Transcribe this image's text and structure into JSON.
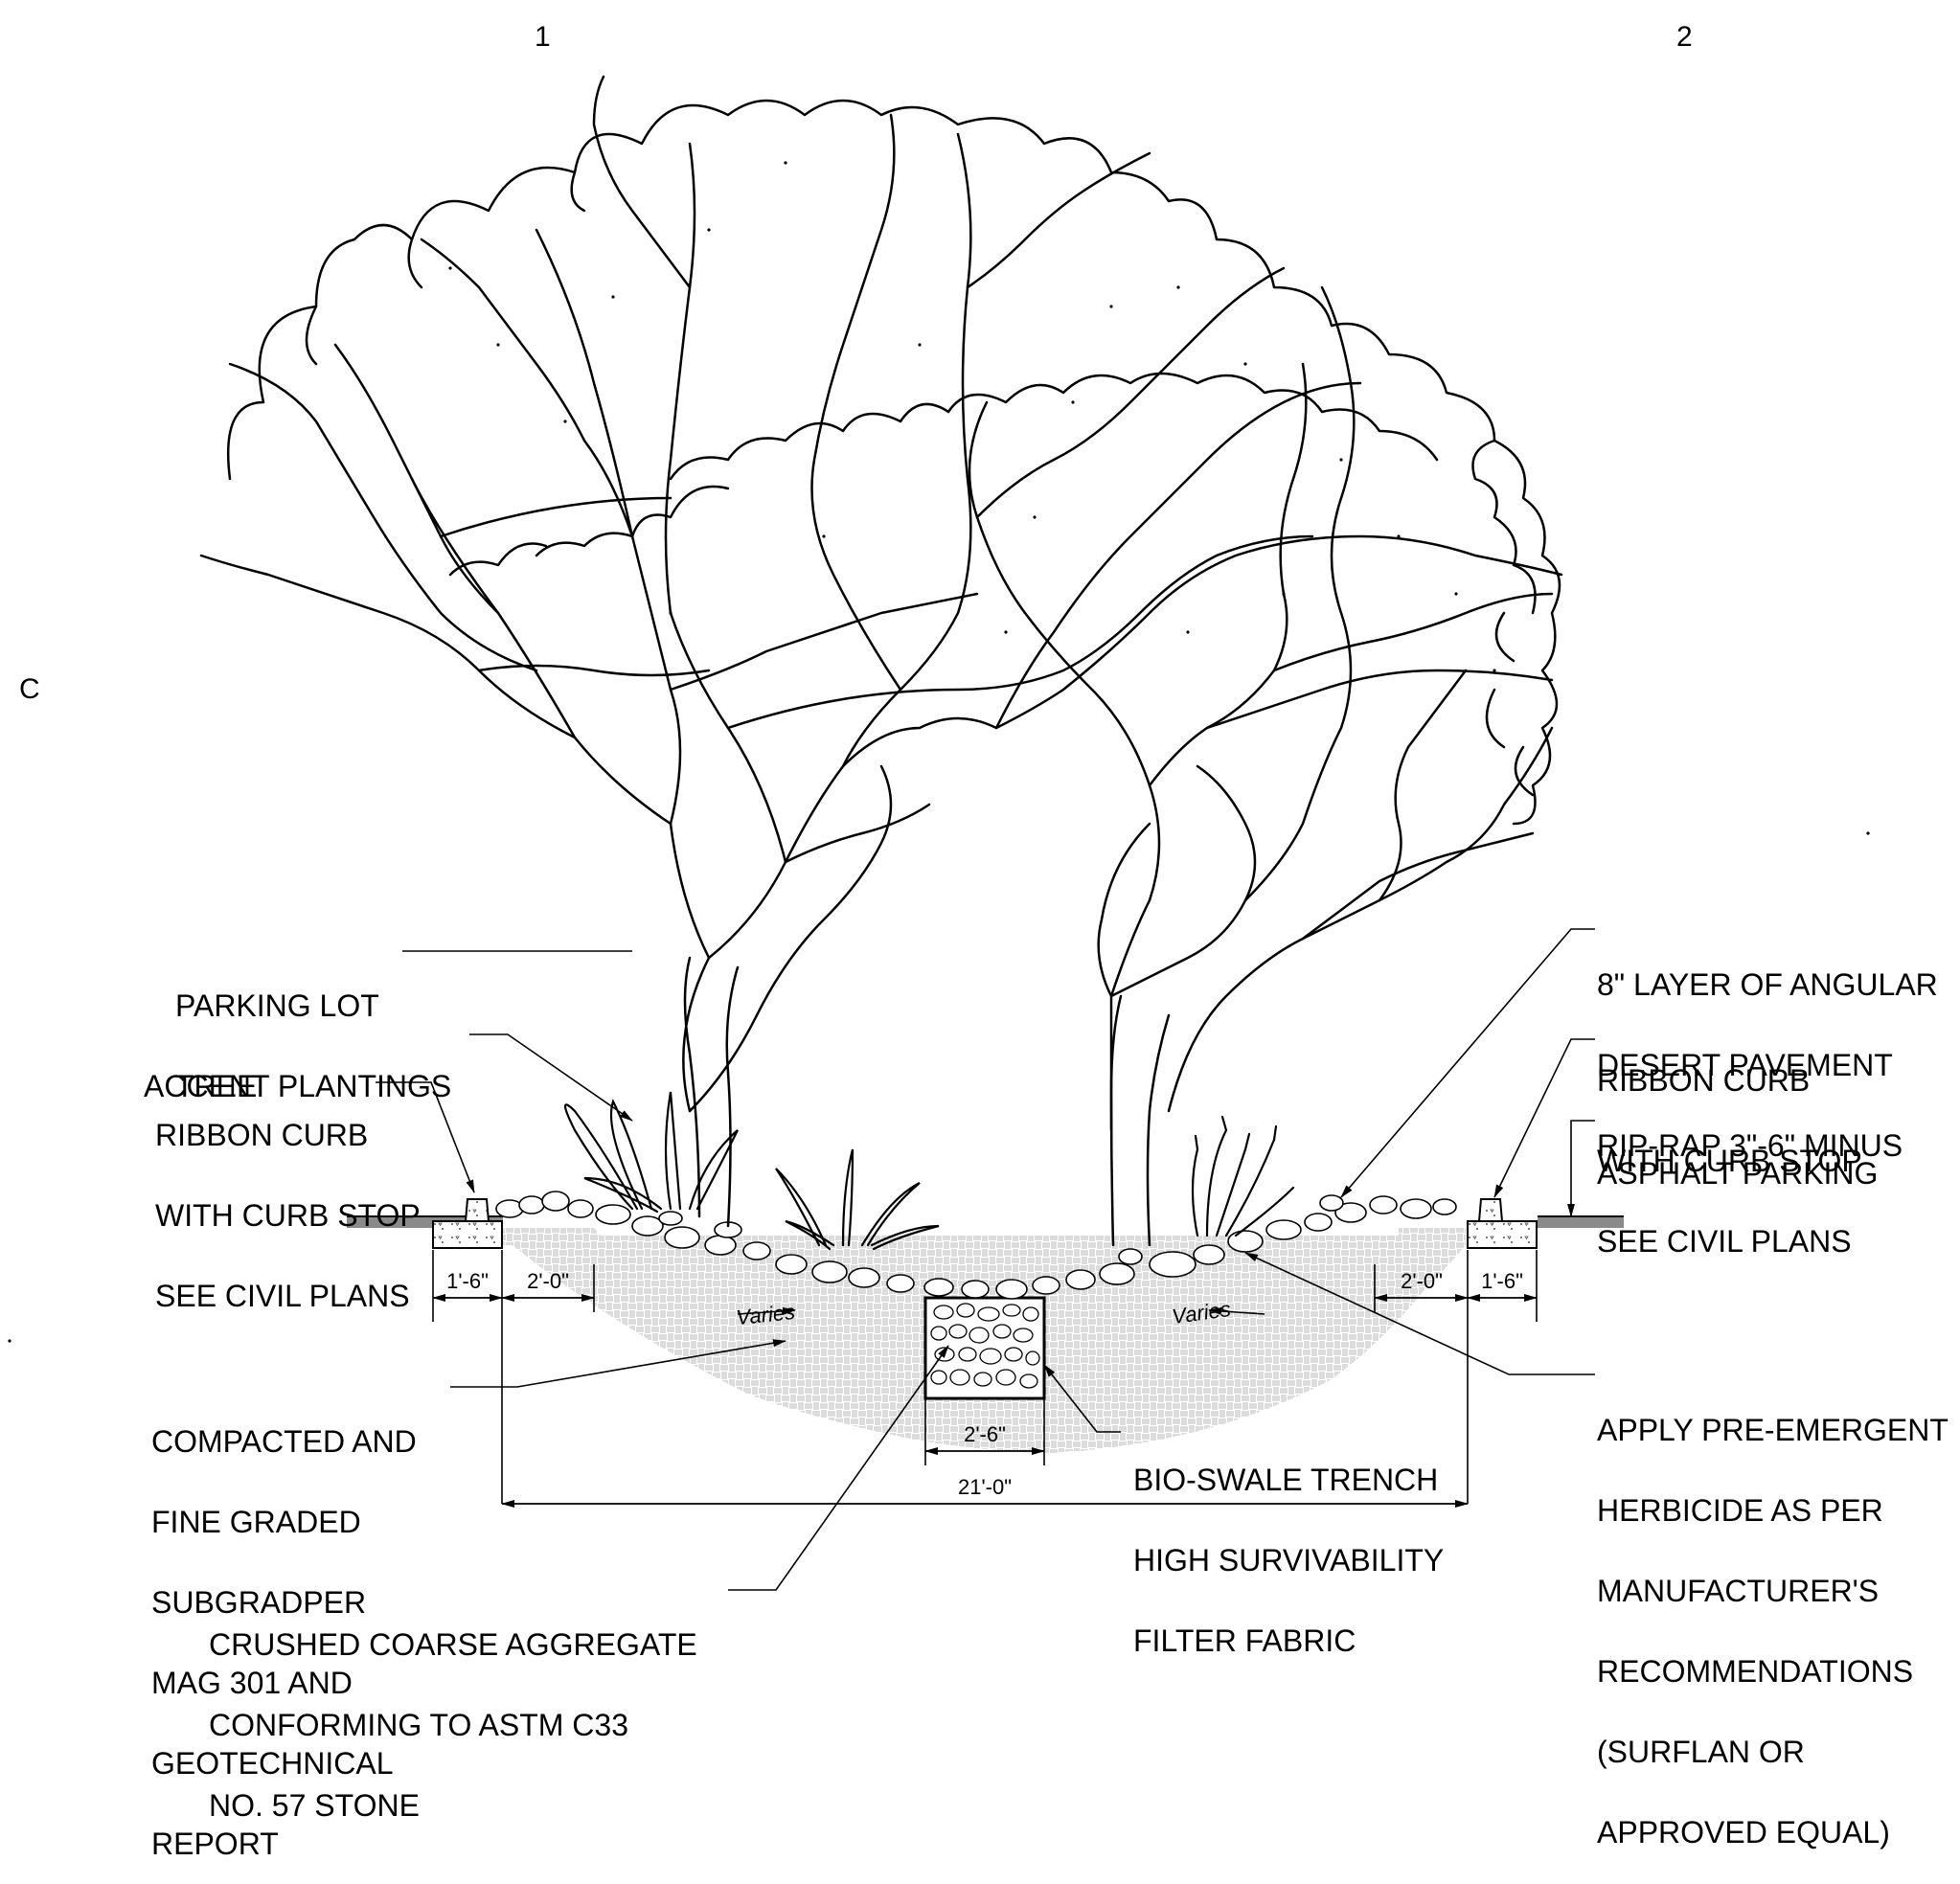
{
  "grid_markers": {
    "col_1": "1",
    "col_2": "2",
    "row_c": "C"
  },
  "callouts": {
    "parking_lot_tree": [
      "PARKING LOT",
      "TREE"
    ],
    "accent_plantings": [
      "ACCENT PLANTINGS"
    ],
    "ribbon_curb_left": [
      "RIBBON CURB",
      "WITH CURB STOP",
      "SEE CIVIL PLANS"
    ],
    "compacted_subgrade": [
      "COMPACTED AND",
      "FINE GRADED",
      "SUBGRADPER",
      "MAG 301 AND",
      "GEOTECHNICAL",
      "REPORT"
    ],
    "crushed_aggregate": [
      "CRUSHED COARSE AGGREGATE",
      "CONFORMING TO ASTM C33",
      "NO. 57 STONE"
    ],
    "bio_swale_trench": [
      "BIO-SWALE TRENCH",
      "HIGH SURVIVABILITY",
      "FILTER FABRIC"
    ],
    "desert_pavement": [
      "8\" LAYER OF ANGULAR",
      "DESERT PAVEMENT",
      "RIP-RAP 3\"-6\" MINUS"
    ],
    "ribbon_curb_right": [
      "RIBBON CURB",
      "WITH CURB STOP",
      "SEE CIVIL PLANS"
    ],
    "asphalt_parking": [
      "ASPHALT PARKING"
    ],
    "pre_emergent": [
      "APPLY PRE-EMERGENT",
      "HERBICIDE AS PER",
      "MANUFACTURER'S",
      "RECOMMENDATIONS",
      "(SURFLAN OR",
      "APPROVED EQUAL)"
    ]
  },
  "dimensions": {
    "left_curb": "1'-6\"",
    "left_offset": "2'-0\"",
    "right_offset": "2'-0\"",
    "right_curb": "1'-6\"",
    "trench_width": "2'-6\"",
    "overall_width": "21'-0\"",
    "varies_left": "Varies",
    "varies_right": "Varies"
  }
}
